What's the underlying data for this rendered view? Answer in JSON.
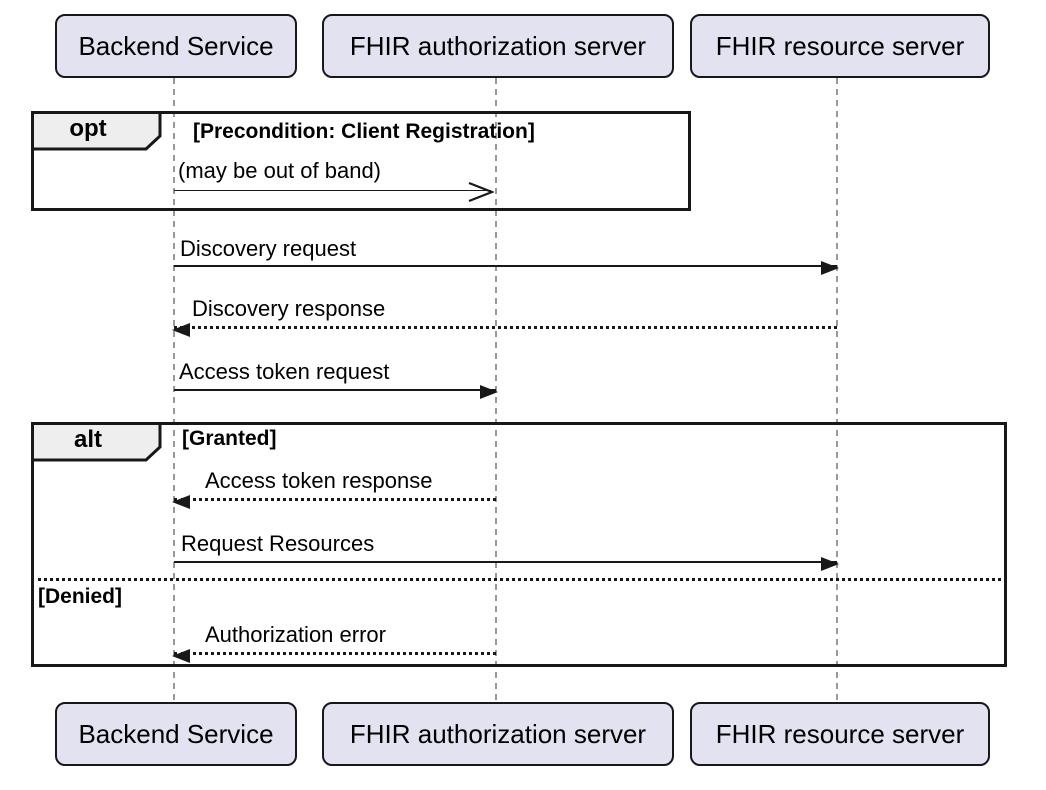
{
  "participants": [
    {
      "name": "Backend Service"
    },
    {
      "name": "FHIR authorization server"
    },
    {
      "name": "FHIR resource server"
    }
  ],
  "fragments": {
    "opt": {
      "operator": "opt",
      "condition": "[Precondition: Client Registration]"
    },
    "alt": {
      "operator": "alt",
      "condition_granted": "[Granted]",
      "condition_denied": "[Denied]"
    }
  },
  "messages": [
    {
      "label": "(may be out of band)",
      "from": "Backend Service",
      "to": "FHIR authorization server",
      "line": "solid",
      "arrowhead": "open"
    },
    {
      "label": "Discovery request",
      "from": "Backend Service",
      "to": "FHIR resource server",
      "line": "solid",
      "arrowhead": "filled"
    },
    {
      "label": "Discovery response",
      "from": "FHIR resource server",
      "to": "Backend Service",
      "line": "dotted",
      "arrowhead": "filled"
    },
    {
      "label": "Access token request",
      "from": "Backend Service",
      "to": "FHIR authorization server",
      "line": "solid",
      "arrowhead": "filled"
    },
    {
      "label": "Access token response",
      "from": "FHIR authorization server",
      "to": "Backend Service",
      "line": "dotted",
      "arrowhead": "filled"
    },
    {
      "label": "Request Resources",
      "from": "Backend Service",
      "to": "FHIR resource server",
      "line": "solid",
      "arrowhead": "filled"
    },
    {
      "label": "Authorization error",
      "from": "FHIR authorization server",
      "to": "Backend Service",
      "line": "dotted",
      "arrowhead": "filled"
    }
  ],
  "colors": {
    "participant_fill": "#E2E2F0",
    "participant_border": "#181818",
    "fragment_border": "#181818",
    "fragment_label_fill": "#EEEEEE",
    "message_line": "#181818",
    "lifeline": "#999999",
    "background": "#FFFFFF"
  }
}
